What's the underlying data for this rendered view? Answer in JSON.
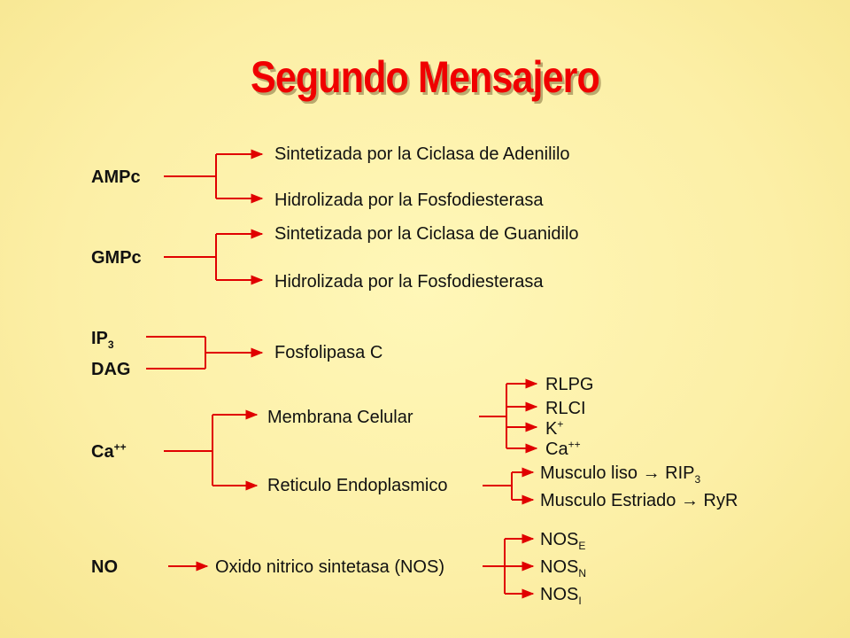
{
  "title": "Segundo Mensajero",
  "colors": {
    "title": "#f00000",
    "lines": "#e00000",
    "text": "#111111",
    "background": "#fcefa6"
  },
  "ampc": {
    "label": "AMPc",
    "items": [
      "Sintetizada por la Ciclasa de Adenililo",
      "Hidrolizada por la Fosfodiesterasa"
    ]
  },
  "gmpc": {
    "label": "GMPc",
    "items": [
      "Sintetizada por la Ciclasa de Guanidilo",
      "Hidrolizada por la Fosfodiesterasa"
    ]
  },
  "ip3dag": {
    "ip_base": "IP",
    "ip_sub": "3",
    "dag": "DAG",
    "target": "Fosfolipasa C"
  },
  "ca": {
    "base": "Ca",
    "sup": "++",
    "membrane": "Membrana Celular",
    "membrane_items": {
      "rlpg": "RLPG",
      "rlci": "RLCI",
      "k_base": "K",
      "k_sup": "+",
      "ca_base": "Ca",
      "ca_sup": "++"
    },
    "reticulum": "Reticulo Endoplasmico",
    "reticulum_items": {
      "liso_text": "Musculo liso → RIP",
      "liso_sub": "3",
      "estriado_text": "Musculo Estriado → RyR"
    }
  },
  "no": {
    "label": "NO",
    "enzyme": "Oxido nitrico sintetasa (NOS)",
    "nos_base": "NOS",
    "isoforms": [
      "E",
      "N",
      "I"
    ]
  }
}
